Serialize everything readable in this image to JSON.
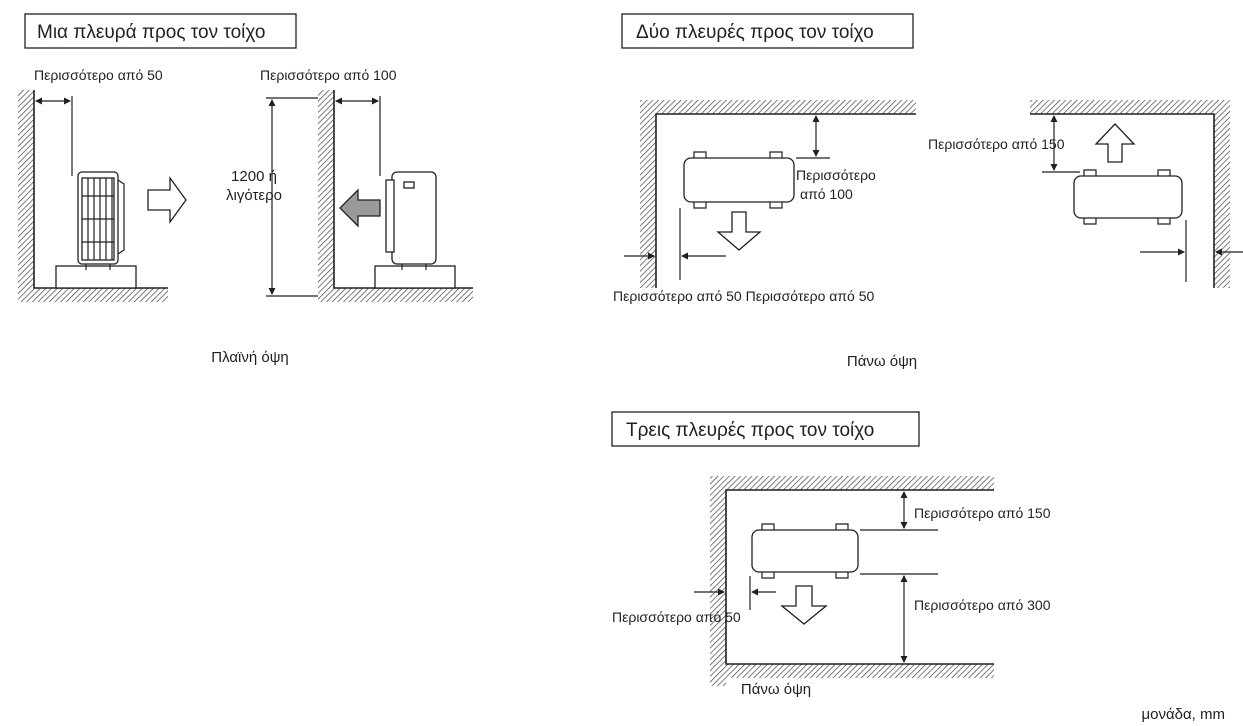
{
  "panels": {
    "one_side": {
      "title": "Μια πλευρά προς τον τοίχο",
      "dim_left": "Περισσότερο από 50",
      "dim_right": "Περισσότερο από 100",
      "height_line1": "1200 ή",
      "height_line2": "λιγότερο",
      "caption": "Πλαϊνή όψη"
    },
    "two_sides": {
      "title": "Δύο πλευρές προς τον τοίχο",
      "dim_front_line1": "Περισσότερο",
      "dim_front_line2": "από 100",
      "dim_back": "Περισσότερο από 150",
      "dim_bottom": "Περισσότερο από 50 Περισσότερο από 50",
      "caption": "Πάνω όψη"
    },
    "three_sides": {
      "title": "Τρεις πλευρές προς τον τοίχο",
      "dim_top": "Περισσότερο από 150",
      "dim_front": "Περισσότερο από 300",
      "dim_side": "Περισσότερο από 50",
      "caption": "Πάνω όψη"
    }
  },
  "unit_note": "μονάδα, mm"
}
